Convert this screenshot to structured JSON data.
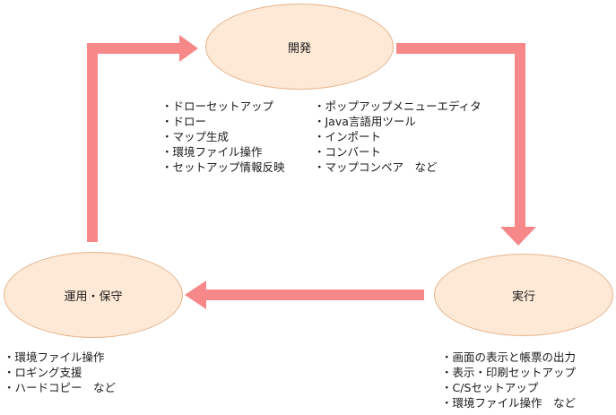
{
  "nodes": {
    "dev": "開発",
    "exec": "実行",
    "ops": "運用・保守"
  },
  "lists": {
    "dev_left": [
      "・ドローセットアップ",
      "・ドロー",
      "・マップ生成",
      "・環境ファイル操作",
      "・セットアップ情報反映"
    ],
    "dev_right": [
      "・ポップアップメニューエディタ",
      "・Java言語用ツール",
      "・インポート",
      "・コンバート",
      "・マップコンベア　など"
    ],
    "ops": [
      "・環境ファイル操作",
      "・ロギング支援",
      "・ハードコピー　など"
    ],
    "exec": [
      "・画面の表示と帳票の出力",
      "・表示・印刷セットアップ",
      "・C/Sセットアップ",
      "・環境ファイル操作　など"
    ]
  },
  "colors": {
    "arrow": "#f7888a",
    "node_fill": "#fde9d6",
    "node_border": "#e7b58e"
  }
}
